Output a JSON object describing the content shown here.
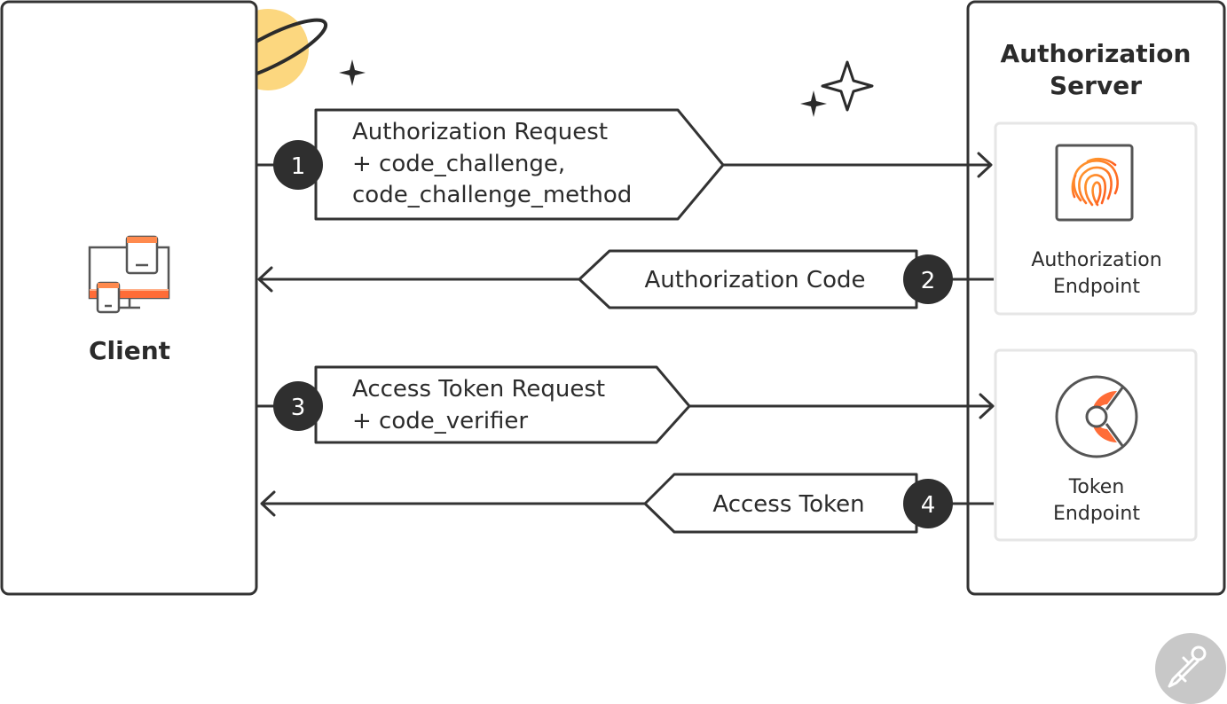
{
  "client": {
    "label": "Client"
  },
  "server": {
    "title_line1": "Authorization",
    "title_line2": "Server",
    "authorization_endpoint": {
      "line1": "Authorization",
      "line2": "Endpoint"
    },
    "token_endpoint": {
      "line1": "Token",
      "line2": "Endpoint"
    }
  },
  "steps": [
    {
      "number": "1",
      "lines": [
        "Authorization Request",
        "+ code_challenge,",
        "code_challenge_method"
      ],
      "direction": "to-server"
    },
    {
      "number": "2",
      "lines": [
        "Authorization Code"
      ],
      "direction": "to-client"
    },
    {
      "number": "3",
      "lines": [
        "Access Token Request",
        "+ code_verifier"
      ],
      "direction": "to-server"
    },
    {
      "number": "4",
      "lines": [
        "Access Token"
      ],
      "direction": "to-client"
    }
  ],
  "colors": {
    "stroke": "#333333",
    "badge": "#2f2f2f",
    "accent_orange": "#ff6c37",
    "planet": "#fcd77f",
    "endpoint_border": "#e6e6e6",
    "logo_bg": "#c8c8c8"
  },
  "icons": {
    "client": "devices-icon",
    "authorization_endpoint": "fingerprint-icon",
    "token_endpoint": "token-icon",
    "logo": "postman-logo-icon"
  }
}
